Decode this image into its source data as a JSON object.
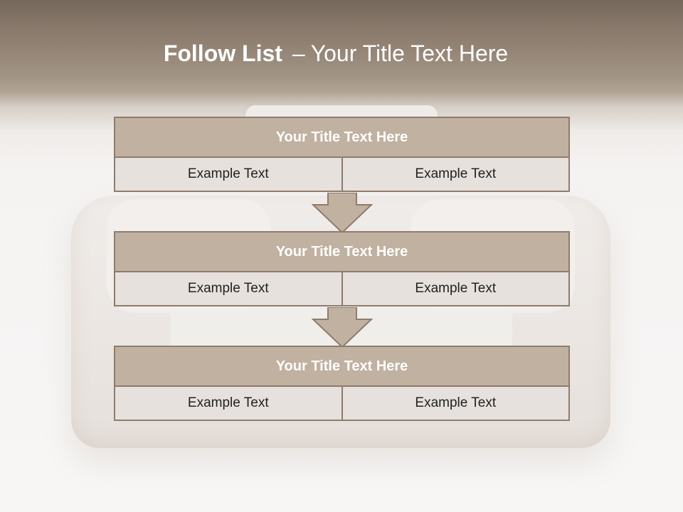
{
  "slide": {
    "title_bold": "Follow List",
    "title_separator": "–",
    "title_rest": "Your Title Text Here"
  },
  "steps": [
    {
      "heading": "Your Title Text Here",
      "left_text": "Example Text",
      "right_text": "Example Text"
    },
    {
      "heading": "Your Title Text Here",
      "left_text": "Example Text",
      "right_text": "Example Text"
    },
    {
      "heading": "Your Title Text Here",
      "left_text": "Example Text",
      "right_text": "Example Text"
    }
  ],
  "colors": {
    "header_band": "#76685b",
    "heading_fill": "#c1b1a1",
    "cell_fill": "#e6e1dd",
    "border": "#8e7c6c",
    "arrow_fill": "#c1b1a1"
  },
  "icons": [
    "down-arrow-icon",
    "down-arrow-icon"
  ]
}
